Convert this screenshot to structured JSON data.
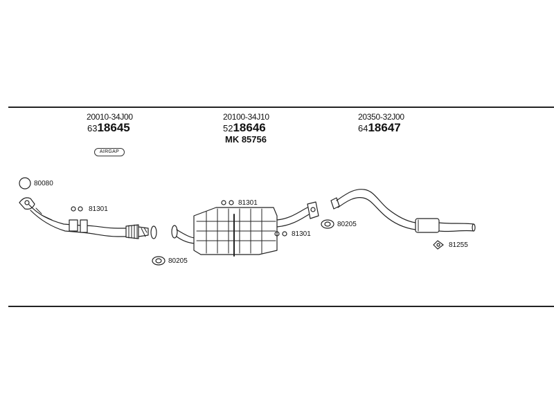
{
  "parts": [
    {
      "oe_number": "20010-34J00",
      "number_prefix": "63",
      "number_main": "18645"
    },
    {
      "oe_number": "20100-34J10",
      "number_prefix": "52",
      "number_main": "18646",
      "mounting_kit": "MK 85756"
    },
    {
      "oe_number": "20350-32J00",
      "number_prefix": "64",
      "number_main": "18647"
    }
  ],
  "airgap_badge": "AIRGAP",
  "callouts": [
    {
      "label": "80080",
      "icon": "circle-ring-icon"
    },
    {
      "label": "81301",
      "icon": "clamp-pair-icon"
    },
    {
      "label": "80205",
      "icon": "gasket-icon"
    },
    {
      "label": "81301",
      "icon": "clamp-pair-icon"
    },
    {
      "label": "81301",
      "icon": "clamp-pair-icon"
    },
    {
      "label": "80205",
      "icon": "gasket-icon"
    },
    {
      "label": "81255",
      "icon": "rubber-mount-icon"
    }
  ]
}
